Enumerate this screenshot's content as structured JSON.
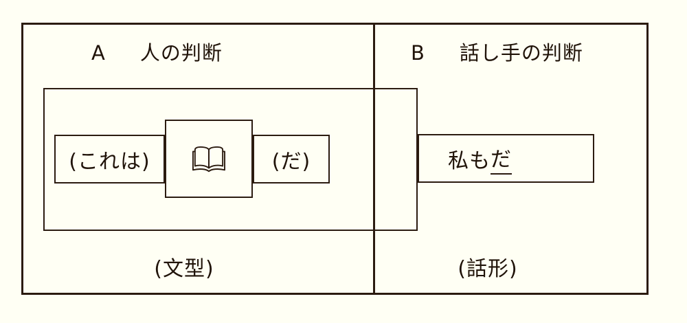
{
  "colors": {
    "background": "#FFFFF4",
    "line": "#2B1B10",
    "text": "#201309"
  },
  "sections": {
    "a": {
      "label": "A",
      "title": "人の判断",
      "left_box_text": "(これは)",
      "icon": "open-book-icon",
      "right_box_text": "(だ)",
      "caption": "(文型)"
    },
    "b": {
      "label": "B",
      "title": "話し手の判断",
      "box_text_plain": "私も",
      "box_text_underlined": "だ",
      "caption": "(話形)"
    }
  }
}
